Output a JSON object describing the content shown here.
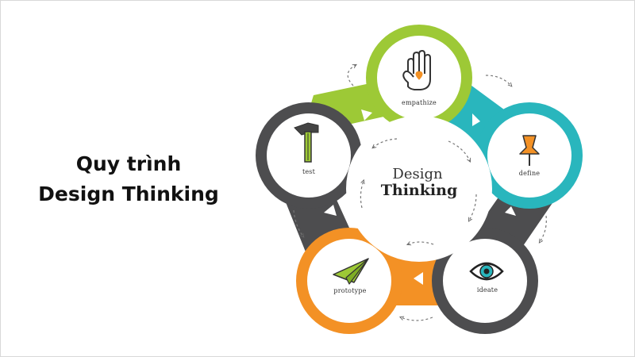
{
  "heading": {
    "line1": "Quy trình",
    "line2": "Design Thinking"
  },
  "center": {
    "line1": "Design",
    "line2": "Thinking"
  },
  "stages": [
    {
      "label": "empathize",
      "color": "#9dc936",
      "icon": "hand-heart-icon"
    },
    {
      "label": "define",
      "color": "#29b6bd",
      "icon": "pushpin-icon"
    },
    {
      "label": "ideate",
      "color": "#4d4d4f",
      "icon": "eye-icon"
    },
    {
      "label": "prototype",
      "color": "#f39125",
      "icon": "paper-plane-icon"
    },
    {
      "label": "test",
      "color": "#4d4d4f",
      "icon": "hammer-icon"
    }
  ]
}
